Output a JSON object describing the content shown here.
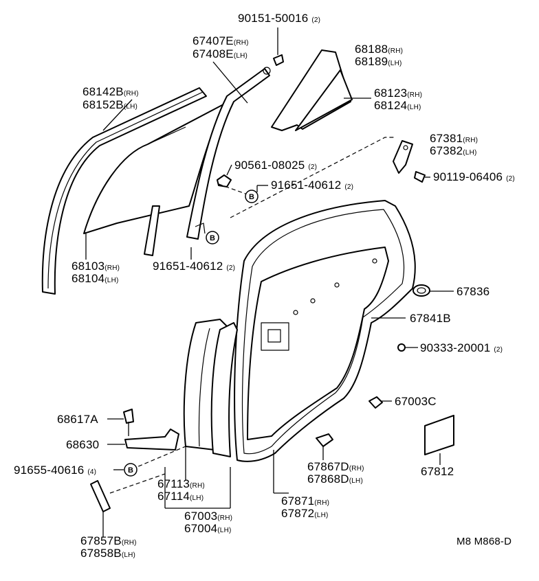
{
  "parts": {
    "p90151": {
      "number": "90151-50016",
      "qty": "(2)"
    },
    "p67407": {
      "rh": "67407E",
      "rh_tag": "(RH)",
      "lh": "67408E",
      "lh_tag": "(LH)"
    },
    "p68188": {
      "rh": "68188",
      "rh_tag": "(RH)",
      "lh": "68189",
      "lh_tag": "(LH)"
    },
    "p68142": {
      "rh": "68142B",
      "rh_tag": "(RH)",
      "lh": "68152B",
      "lh_tag": "(LH)"
    },
    "p68123": {
      "rh": "68123",
      "rh_tag": "(RH)",
      "lh": "68124",
      "lh_tag": "(LH)"
    },
    "p67381": {
      "rh": "67381",
      "rh_tag": "(RH)",
      "lh": "67382",
      "lh_tag": "(LH)"
    },
    "p90561": {
      "number": "90561-08025",
      "qty": "(2)"
    },
    "p90119": {
      "number": "90119-06406",
      "qty": "(2)"
    },
    "p91651_top": {
      "number": "91651-40612",
      "qty": "(2)"
    },
    "p91651_bottom": {
      "number": "91651-40612",
      "qty": "(2)"
    },
    "p68103": {
      "rh": "68103",
      "rh_tag": "(RH)",
      "lh": "68104",
      "lh_tag": "(LH)"
    },
    "p67836": {
      "number": "67836"
    },
    "p67841": {
      "number": "67841B"
    },
    "p90333": {
      "number": "90333-20001",
      "qty": "(2)"
    },
    "p67003c": {
      "number": "67003C"
    },
    "p68617": {
      "number": "68617A"
    },
    "p68630": {
      "number": "68630"
    },
    "p91655": {
      "number": "91655-40616",
      "qty": "(4)"
    },
    "p67113": {
      "rh": "67113",
      "rh_tag": "(RH)",
      "lh": "67114",
      "lh_tag": "(LH)"
    },
    "p67867": {
      "rh": "67867D",
      "rh_tag": "(RH)",
      "lh": "67868D",
      "lh_tag": "(LH)"
    },
    "p67812": {
      "number": "67812"
    },
    "p67003": {
      "rh": "67003",
      "rh_tag": "(RH)",
      "lh": "67004",
      "lh_tag": "(LH)"
    },
    "p67871": {
      "rh": "67871",
      "rh_tag": "(RH)",
      "lh": "67872",
      "lh_tag": "(LH)"
    },
    "p67857": {
      "rh": "67857B",
      "rh_tag": "(RH)",
      "lh": "67858B",
      "lh_tag": "(LH)"
    }
  },
  "callouts": {
    "b1": "B",
    "b2": "B",
    "b3": "B"
  },
  "drawing_code": "M8 M868-D"
}
